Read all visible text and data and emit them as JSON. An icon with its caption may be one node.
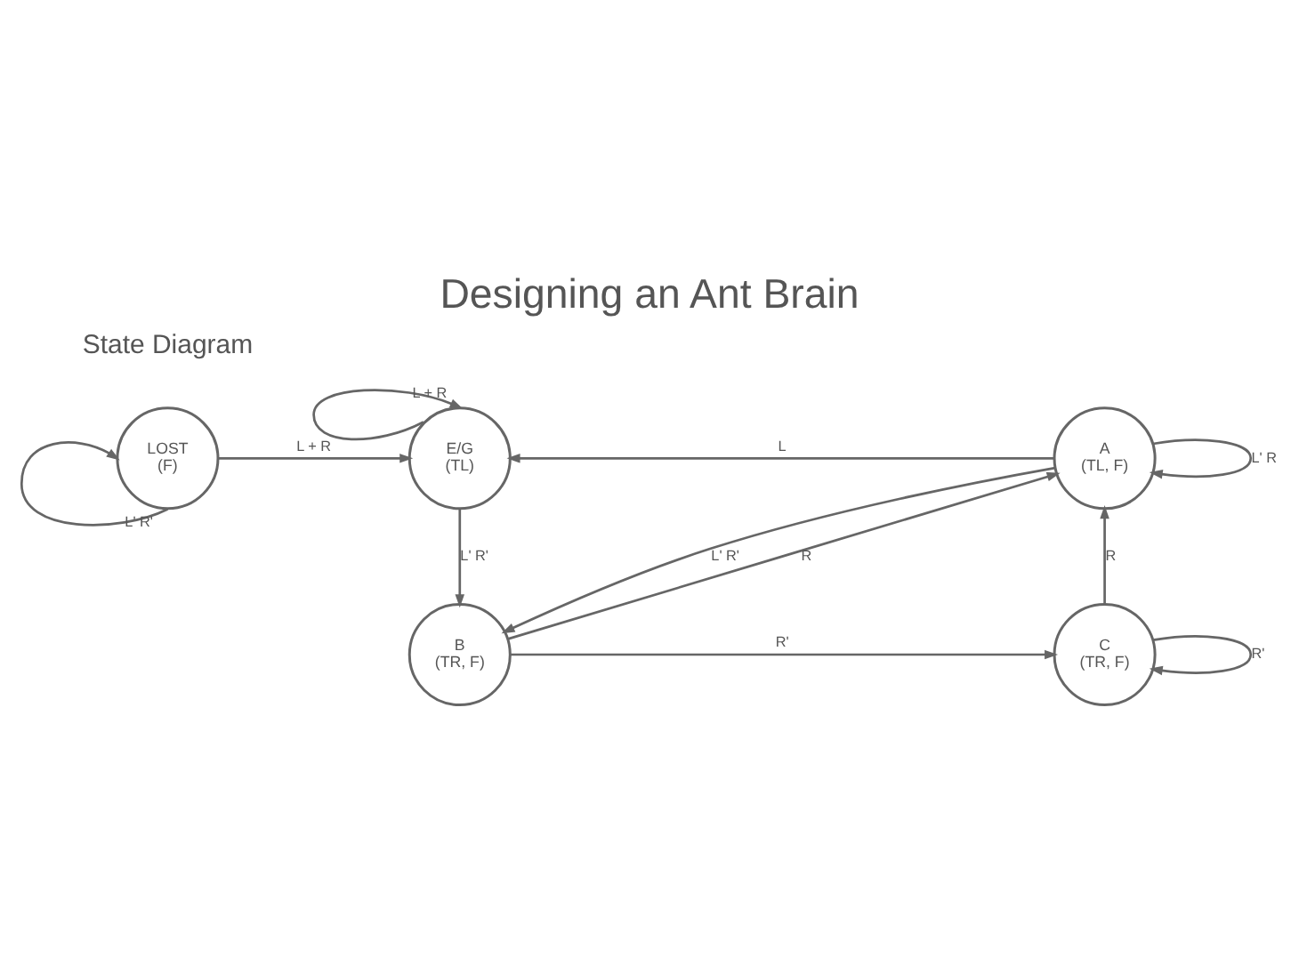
{
  "diagram": {
    "title": "Designing an Ant Brain",
    "nodes": [
      {
        "text": [
          "LOST",
          "(F)"
        ]
      },
      {
        "text": [
          "E/G",
          "(TL)"
        ]
      },
      {
        "text": [
          "A",
          "(TL, F)"
        ]
      },
      {
        "text": [
          "B",
          "(TR, F)"
        ]
      },
      {
        "text": [
          "C",
          "(TR, F)"
        ]
      }
    ],
    "edges": [
      {
        "from": 0,
        "to": 0,
        "arrow": "to",
        "label": "L' R'"
      },
      {
        "from": 0,
        "to": 1,
        "arrow": "to",
        "label": "L + R"
      },
      {
        "from": 1,
        "to": 1,
        "arrow": "to",
        "label": "L + R"
      },
      {
        "from": 2,
        "to": 1,
        "arrow": "to",
        "label": "L"
      },
      {
        "from": 2,
        "to": 2,
        "arrow": "to",
        "label": "L' R"
      },
      {
        "from": 1,
        "to": 3,
        "arrow": "to",
        "label": "L' R'"
      },
      {
        "from": 3,
        "to": 2,
        "arrow": "to",
        "label": "R"
      },
      {
        "from": 2,
        "to": 3,
        "arrow": "to",
        "label": "L' R'"
      },
      {
        "from": 4,
        "to": 2,
        "arrow": "to",
        "label": "R"
      },
      {
        "from": 3,
        "to": 4,
        "arrow": "to",
        "label": "R'"
      },
      {
        "from": 4,
        "to": 4,
        "arrow": "to",
        "label": "R'"
      }
    ],
    "labels": [
      "State Diagram"
    ]
  }
}
